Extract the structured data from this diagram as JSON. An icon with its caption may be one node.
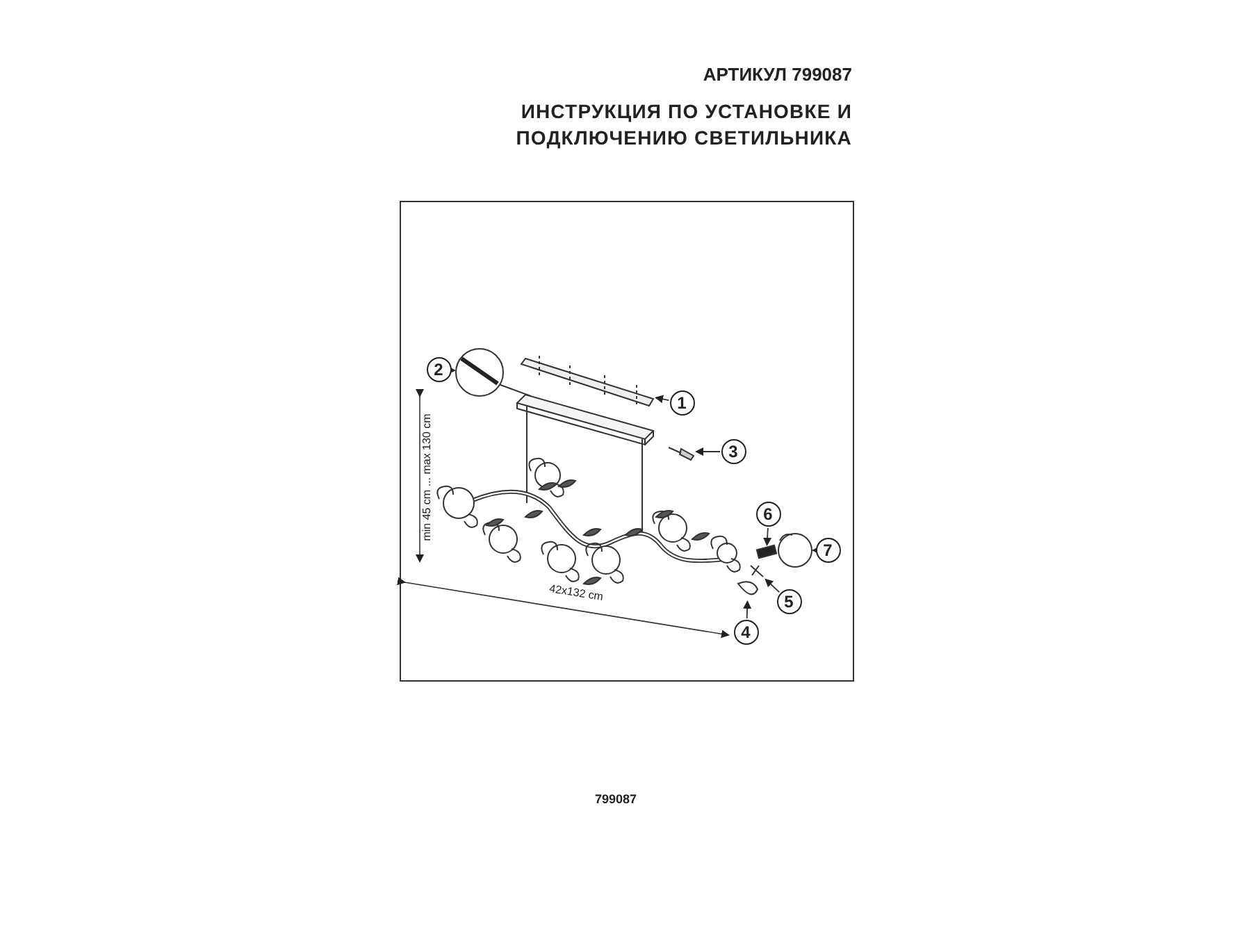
{
  "diagram": {
    "title": "ИНСТРУКЦИЯ ПО УСТАНОВКЕ И ПОДКЛЮЧЕНИЮ СВЕТИЛЬНИКА",
    "nodes": [
      {
        "text": [
          "1"
        ]
      },
      {
        "text": [
          "2"
        ]
      },
      {
        "text": [
          "3"
        ]
      },
      {
        "text": [
          "4"
        ]
      },
      {
        "text": [
          "5"
        ]
      },
      {
        "text": [
          "6"
        ]
      },
      {
        "text": [
          "7"
        ]
      },
      {
        "text": [],
        "shape": "picture"
      },
      {
        "text": [],
        "shape": "picture"
      },
      {
        "text": [],
        "shape": "picture"
      },
      {
        "text": [],
        "shape": "picture"
      },
      {
        "text": [],
        "shape": "picture"
      },
      {
        "text": [],
        "shape": "bar"
      },
      {
        "text": [],
        "shape": "picture"
      }
    ],
    "edges": [
      {
        "from": 0,
        "to": 7,
        "arrow": "to"
      },
      {
        "from": 1,
        "to": 8,
        "arrow": "to"
      },
      {
        "from": 2,
        "to": 9,
        "arrow": "to"
      },
      {
        "from": 3,
        "to": 10,
        "arrow": "to"
      },
      {
        "from": 4,
        "to": 11,
        "arrow": "to"
      },
      {
        "from": 5,
        "to": 12,
        "arrow": "to"
      },
      {
        "from": 6,
        "to": 13,
        "arrow": "to"
      }
    ],
    "labels": [
      "АРТИКУЛ 799087",
      "min 45 cm ... max 130 cm",
      "42x132 cm",
      "799087"
    ]
  }
}
